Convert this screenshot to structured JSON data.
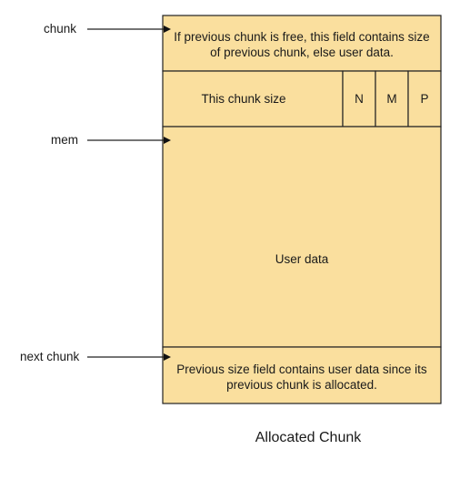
{
  "pointers": {
    "chunk": "chunk",
    "mem": "mem",
    "next_chunk": "next chunk"
  },
  "fields": {
    "prev_size_line1": "If previous chunk is free, this field contains size",
    "prev_size_line2": "of previous chunk, else user data.",
    "chunk_size": "This chunk size",
    "flag_n": "N",
    "flag_m": "M",
    "flag_p": "P",
    "user_data": "User data",
    "next_prev_size_line1": "Previous size field contains user data since its",
    "next_prev_size_line2": "previous chunk is allocated."
  },
  "caption": "Allocated Chunk",
  "colors": {
    "box_fill": "#fadf9e",
    "stroke": "#222222"
  }
}
